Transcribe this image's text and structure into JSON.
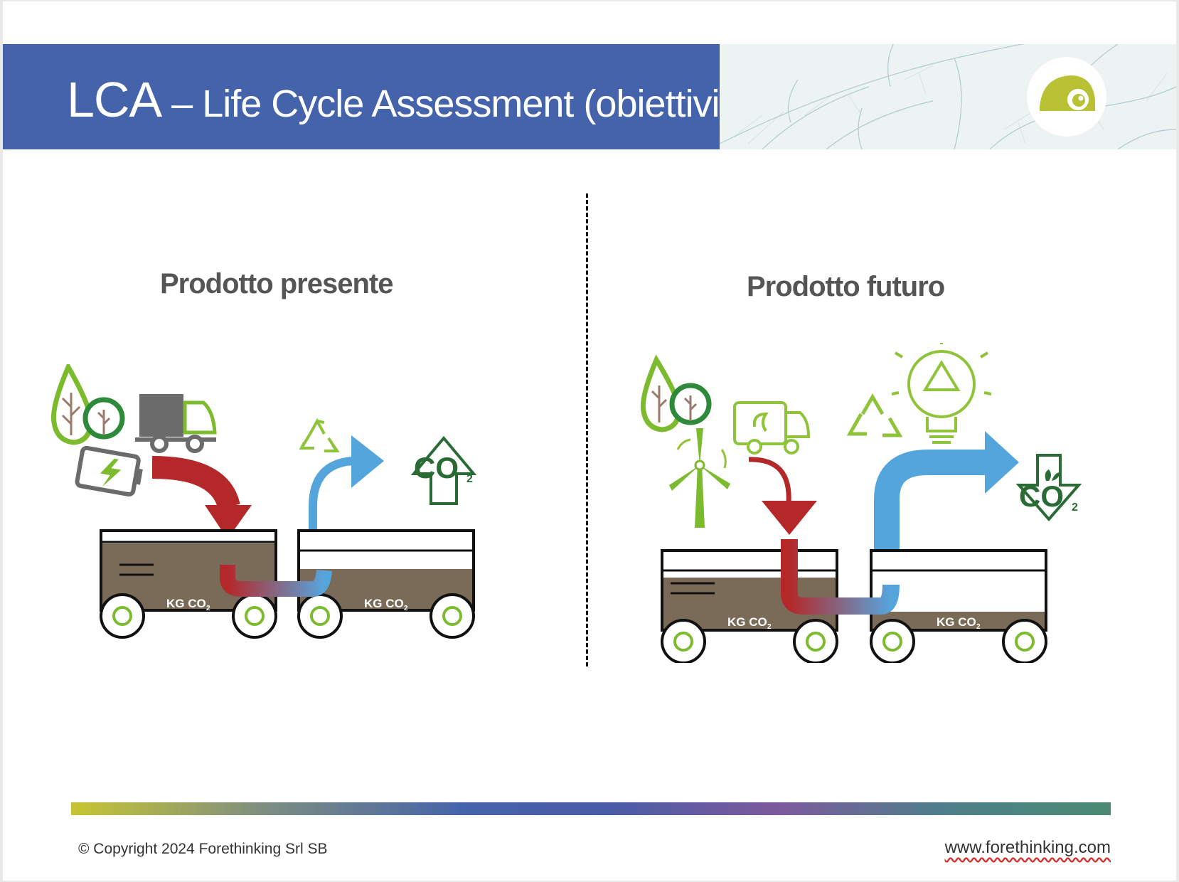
{
  "slide": {
    "title_main": "LCA",
    "title_sep": " – ",
    "title_sub": "Life Cycle Assessment (obiettivi)"
  },
  "sections": {
    "present": {
      "heading": "Prodotto presente",
      "cart_a_label": "KG CO",
      "cart_b_label": "KG CO",
      "co2_label": "CO",
      "co2_sub": "2",
      "kg_sub": "2"
    },
    "future": {
      "heading": "Prodotto futuro",
      "cart_a_label": "KG CO",
      "cart_b_label": "KG CO",
      "co2_label": "CO",
      "co2_sub": "2",
      "kg_sub": "2"
    }
  },
  "footer": {
    "copyright": "© Copyright 2024 Forethinking Srl SB",
    "website": "www.forethinking.com"
  },
  "colors": {
    "header_blue": "#4563ab",
    "cart_brown": "#7a6a58",
    "arrow_red": "#b5282a",
    "arrow_blue": "#55a5dd",
    "eco_green": "#7dbb2e",
    "dark_green": "#2a6b35",
    "logo_lime": "#b9c234"
  }
}
